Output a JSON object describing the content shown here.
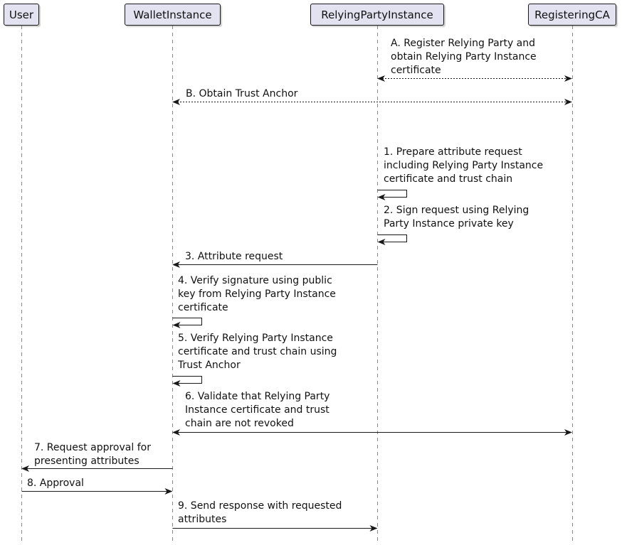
{
  "diagram": {
    "type": "uml-sequence-diagram",
    "participants": [
      {
        "name": "User"
      },
      {
        "name": "WalletInstance"
      },
      {
        "name": "RelyingPartyInstance"
      },
      {
        "name": "RegisteringCA"
      }
    ],
    "messages": [
      {
        "id": "A",
        "from": "RelyingPartyInstance",
        "to": "RegisteringCA",
        "arrow": "dashed-bidirectional",
        "label": "A. Register Relying Party and\nobtain Relying Party Instance\ncertificate"
      },
      {
        "id": "B",
        "from": "WalletInstance",
        "to": "RegisteringCA",
        "arrow": "dashed-bidirectional",
        "label": "B. Obtain Trust Anchor"
      },
      {
        "id": "1",
        "from": "RelyingPartyInstance",
        "to": "RelyingPartyInstance",
        "arrow": "self",
        "label": "1. Prepare attribute request\nincluding Relying Party Instance\ncertificate and trust chain"
      },
      {
        "id": "2",
        "from": "RelyingPartyInstance",
        "to": "RelyingPartyInstance",
        "arrow": "self",
        "label": "2. Sign request using Relying\nParty Instance private key"
      },
      {
        "id": "3",
        "from": "RelyingPartyInstance",
        "to": "WalletInstance",
        "arrow": "solid",
        "label": "3. Attribute request"
      },
      {
        "id": "4",
        "from": "WalletInstance",
        "to": "WalletInstance",
        "arrow": "self",
        "label": "4. Verify signature using public\nkey from Relying Party Instance\ncertificate"
      },
      {
        "id": "5",
        "from": "WalletInstance",
        "to": "WalletInstance",
        "arrow": "self",
        "label": "5. Verify Relying Party Instance\ncertificate and trust chain using\nTrust Anchor"
      },
      {
        "id": "6",
        "from": "WalletInstance",
        "to": "RegisteringCA",
        "arrow": "solid-bidirectional",
        "label": "6. Validate that Relying Party\nInstance certificate and trust\nchain are not revoked"
      },
      {
        "id": "7",
        "from": "WalletInstance",
        "to": "User",
        "arrow": "solid",
        "label": "7. Request approval for\npresenting attributes"
      },
      {
        "id": "8",
        "from": "User",
        "to": "WalletInstance",
        "arrow": "solid",
        "label": "8. Approval"
      },
      {
        "id": "9",
        "from": "WalletInstance",
        "to": "RelyingPartyInstance",
        "arrow": "solid",
        "label": "9. Send response with requested\nattributes"
      }
    ],
    "colors": {
      "background": "#FFFFFF",
      "participant_fill": "#E2E2F0",
      "participant_border": "#181818",
      "lifeline": "#888888",
      "arrow": "#181818",
      "text": "#111111"
    }
  }
}
